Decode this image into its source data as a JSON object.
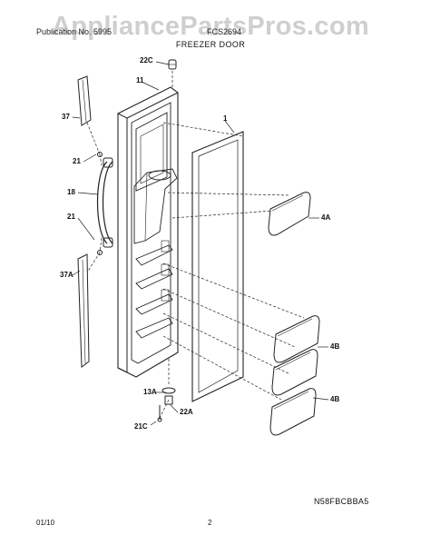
{
  "watermark": "AppliancePartsPros.com",
  "header": {
    "publication_no": "Publication No. 5995",
    "model": "FCS2694"
  },
  "title": "FREEZER DOOR",
  "callouts": {
    "c22C": "22C",
    "c11": "11",
    "c37": "37",
    "c1": "1",
    "c21a": "21",
    "c18": "18",
    "c21b": "21",
    "c4A": "4A",
    "c37A": "37A",
    "c4Ba": "4B",
    "c13A": "13A",
    "c22A": "22A",
    "c4Bb": "4B",
    "c21C": "21C"
  },
  "diagram_code": "N58FBCBBA5",
  "footer": {
    "date": "01/10",
    "page": "2"
  }
}
